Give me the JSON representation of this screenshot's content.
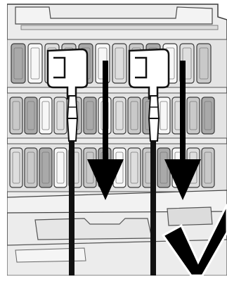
{
  "diagram": {
    "subject": "fuse-box-puller-illustration",
    "colors": {
      "frame_stroke": "#111111",
      "housing_fill": "#e9e9e9",
      "housing_stroke": "#3a3a3a",
      "fuse_dark": "#a9a9a9",
      "fuse_mid": "#c9c9c9",
      "fuse_light": "#dedede",
      "fuse_white": "#f7f7f7",
      "arrow_fill": "#000000",
      "check_fill": "#000000",
      "tool_fill": "#ffffff",
      "cable_fill": "#111111"
    },
    "rows": [
      {
        "key": "top-row",
        "fuse_count": 12
      },
      {
        "key": "middle-row",
        "fuse_count": 14
      },
      {
        "key": "bottom-row",
        "fuse_count": 14
      }
    ],
    "tools": [
      {
        "key": "left-puller"
      },
      {
        "key": "right-puller"
      }
    ],
    "arrows": [
      {
        "key": "left-arrow",
        "direction": "down"
      },
      {
        "key": "right-arrow",
        "direction": "down"
      }
    ],
    "check_mark": {
      "key": "check-mark"
    }
  }
}
